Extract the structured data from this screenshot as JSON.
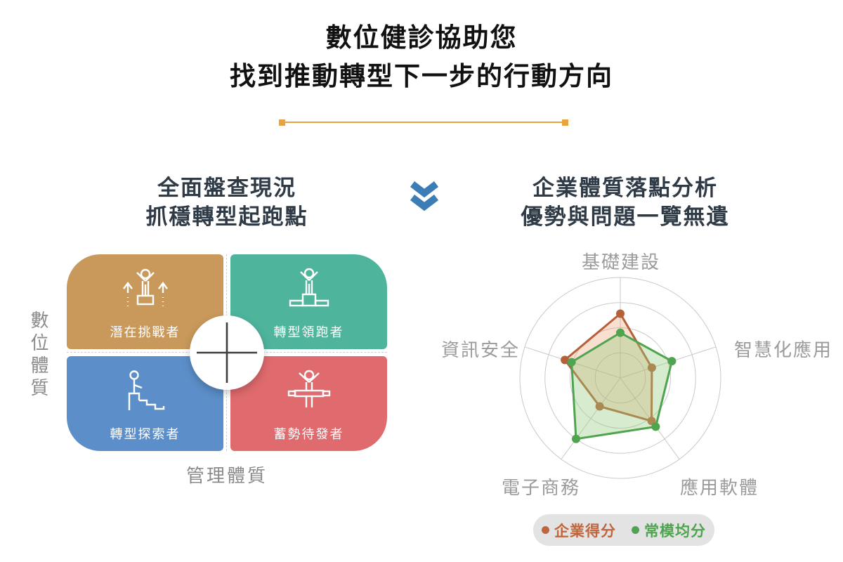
{
  "header": {
    "title_line1": "數位健診協助您",
    "title_line2": "找到推動轉型下一步的行動方向",
    "divider_color": "#E8A33D"
  },
  "arrow": {
    "name": "double-chevron-down",
    "color": "#3C7DB6"
  },
  "left_section": {
    "title_line1": "全面盤查現況",
    "title_line2": "抓穩轉型起跑點",
    "y_axis_label": "數位體質",
    "x_axis_label": "管理體質",
    "quadrants": [
      {
        "label": "潛在挑戰者",
        "color": "#C9995B",
        "icon": "rising-challenger-icon",
        "position": "top-left"
      },
      {
        "label": "轉型領跑者",
        "color": "#4FB49C",
        "icon": "podium-winner-icon",
        "position": "top-right"
      },
      {
        "label": "轉型探索者",
        "color": "#5C8FC9",
        "icon": "stairs-climber-icon",
        "position": "bottom-left"
      },
      {
        "label": "蓄勢待發者",
        "color": "#E06B6E",
        "icon": "finish-line-runner-icon",
        "position": "bottom-right"
      }
    ]
  },
  "right_section": {
    "title_line1": "企業體質落點分析",
    "title_line2": "優勢與問題一覽無遺"
  },
  "chart_data": {
    "type": "radar",
    "categories": [
      "基礎建設",
      "智慧化應用",
      "應用軟體",
      "電子商務",
      "資訊安全"
    ],
    "series": [
      {
        "name": "企業得分",
        "color": "#B65F38",
        "fill": "rgba(234,150,100,0.30)",
        "values": [
          64,
          33,
          53,
          35,
          58
        ]
      },
      {
        "name": "常模均分",
        "color": "#4FA44F",
        "fill": "rgba(150,205,125,0.38)",
        "values": [
          45,
          54,
          60,
          75,
          51
        ]
      }
    ],
    "rings": 4,
    "max": 100,
    "grid_color": "#C9C9C9",
    "legend_position": "bottom"
  },
  "legend": {
    "background": "#E3E3E3",
    "items": [
      {
        "label": "企業得分",
        "color": "#C0653C"
      },
      {
        "label": "常模均分",
        "color": "#4FA44F"
      }
    ]
  }
}
